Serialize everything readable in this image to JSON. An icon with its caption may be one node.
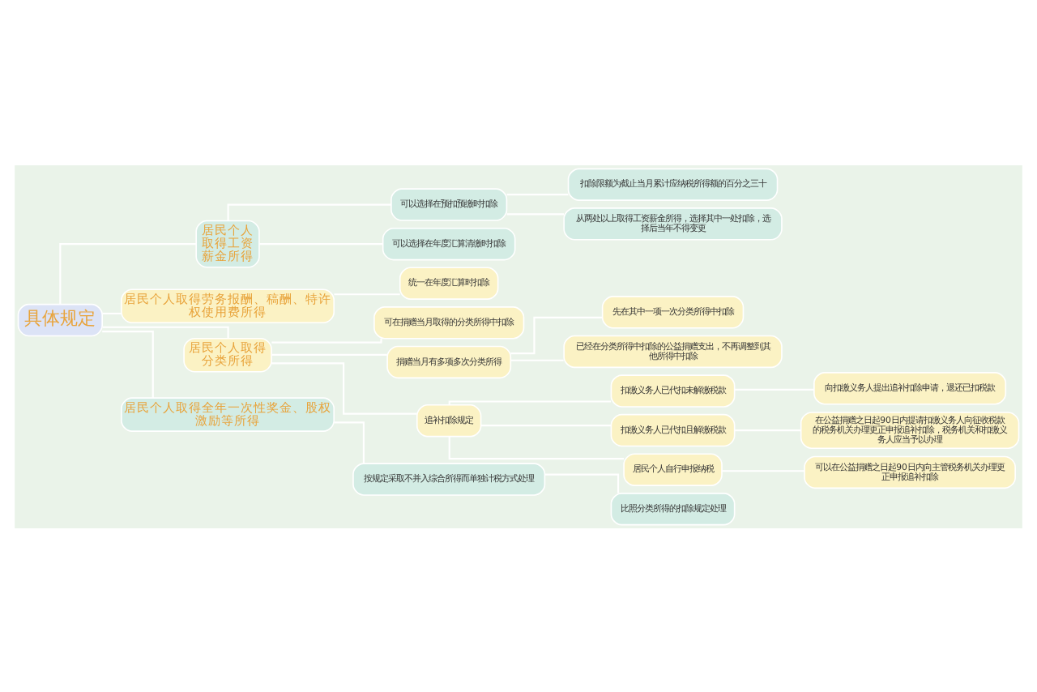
{
  "diagram": {
    "nodes": [
      {
        "text": [
          "具体规定"
        ]
      },
      {
        "text": [
          "居民个人取得工资薪金所得"
        ]
      },
      {
        "text": [
          "可以选择在预扣预缴时扣除"
        ]
      },
      {
        "text": [
          "扣除限额为截止当月累计应纳税所得额的百分之三十"
        ]
      },
      {
        "text": [
          "从两处以上取得工资薪金所得，选择其中一处扣除，选择后当年不得变更"
        ]
      },
      {
        "text": [
          "可以选择在年度汇算清缴时扣除"
        ]
      },
      {
        "text": [
          "居民个人取得劳务报酬、稿酬、特许权使用费所得"
        ]
      },
      {
        "text": [
          "统一在年度汇算时扣除"
        ]
      },
      {
        "text": [
          "居民个人取得分类所得"
        ]
      },
      {
        "text": [
          "可在捐赠当月取得的分类所得中扣除"
        ]
      },
      {
        "text": [
          "捐赠当月有多项多次分类所得"
        ]
      },
      {
        "text": [
          "先在其中一项一次分类所得中扣除"
        ]
      },
      {
        "text": [
          "已经在分类所得中扣除的公益捐赠支出，不再调整到其他所得中扣除"
        ]
      },
      {
        "text": [
          "追补扣除规定"
        ]
      },
      {
        "text": [
          "扣缴义务人已代扣未解缴税款"
        ]
      },
      {
        "text": [
          "向扣缴义务人提出追补扣除申请，退还已扣税款"
        ]
      },
      {
        "text": [
          "扣缴义务人已代扣且解缴税款"
        ]
      },
      {
        "text": [
          "在公益捐赠之日起90日内提请扣缴义务人向征收税款的税务机关办理更正申报追补扣除，税务机关和扣缴义务人应当予以办理"
        ]
      },
      {
        "text": [
          "居民个人自行申报纳税"
        ]
      },
      {
        "text": [
          "可以在公益捐赠之日起90日内向主管税务机关办理更正申报追补扣除"
        ]
      },
      {
        "text": [
          "居民个人取得全年一次性奖金、股权激励等所得"
        ]
      },
      {
        "text": [
          "按规定采取不并入综合所得而单独计税方式处理"
        ]
      },
      {
        "text": [
          "比照分类所得的扣除规定处理"
        ]
      }
    ],
    "edges": [
      {
        "from": 0,
        "to": 1,
        "arrow": "none"
      },
      {
        "from": 1,
        "to": 2,
        "arrow": "none"
      },
      {
        "from": 2,
        "to": 3,
        "arrow": "none"
      },
      {
        "from": 2,
        "to": 4,
        "arrow": "none"
      },
      {
        "from": 1,
        "to": 5,
        "arrow": "none"
      },
      {
        "from": 0,
        "to": 6,
        "arrow": "none"
      },
      {
        "from": 6,
        "to": 7,
        "arrow": "none"
      },
      {
        "from": 0,
        "to": 8,
        "arrow": "none"
      },
      {
        "from": 8,
        "to": 9,
        "arrow": "none"
      },
      {
        "from": 8,
        "to": 10,
        "arrow": "none"
      },
      {
        "from": 10,
        "to": 11,
        "arrow": "none"
      },
      {
        "from": 10,
        "to": 12,
        "arrow": "none"
      },
      {
        "from": 8,
        "to": 13,
        "arrow": "none"
      },
      {
        "from": 13,
        "to": 14,
        "arrow": "none"
      },
      {
        "from": 14,
        "to": 15,
        "arrow": "none"
      },
      {
        "from": 13,
        "to": 16,
        "arrow": "none"
      },
      {
        "from": 16,
        "to": 17,
        "arrow": "none"
      },
      {
        "from": 13,
        "to": 18,
        "arrow": "none"
      },
      {
        "from": 18,
        "to": 19,
        "arrow": "none"
      },
      {
        "from": 0,
        "to": 20,
        "arrow": "none"
      },
      {
        "from": 20,
        "to": 21,
        "arrow": "none"
      },
      {
        "from": 21,
        "to": 22,
        "arrow": "none"
      }
    ]
  }
}
